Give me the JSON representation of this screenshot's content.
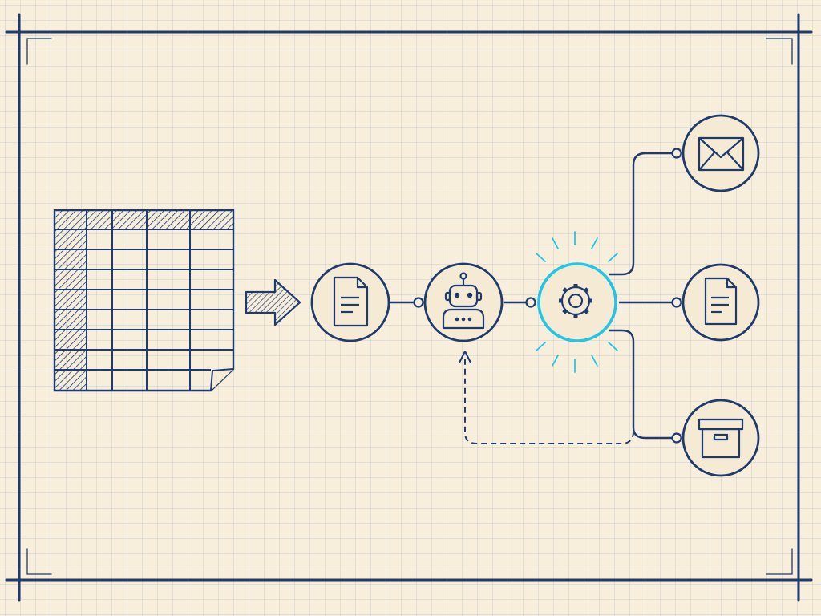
{
  "colors": {
    "ink": "#1f3a6e",
    "highlight": "#22c5e6",
    "paper": "#f7eedb",
    "node_fill": "#f5ebd4"
  },
  "nodes": [
    {
      "id": "document-node",
      "icon": "document-icon"
    },
    {
      "id": "robot-node",
      "icon": "robot-icon"
    },
    {
      "id": "gear-node",
      "icon": "gear-icon",
      "highlighted": true
    },
    {
      "id": "email-output-node",
      "icon": "envelope-icon"
    },
    {
      "id": "document-output-node",
      "icon": "document-icon"
    },
    {
      "id": "archive-output-node",
      "icon": "archive-box-icon"
    }
  ],
  "input": {
    "icon": "spreadsheet-icon"
  },
  "flow_arrow": {
    "icon": "right-arrow-icon"
  },
  "feedback_loop": {
    "style": "dashed",
    "from": "gear-node",
    "to": "robot-node"
  }
}
